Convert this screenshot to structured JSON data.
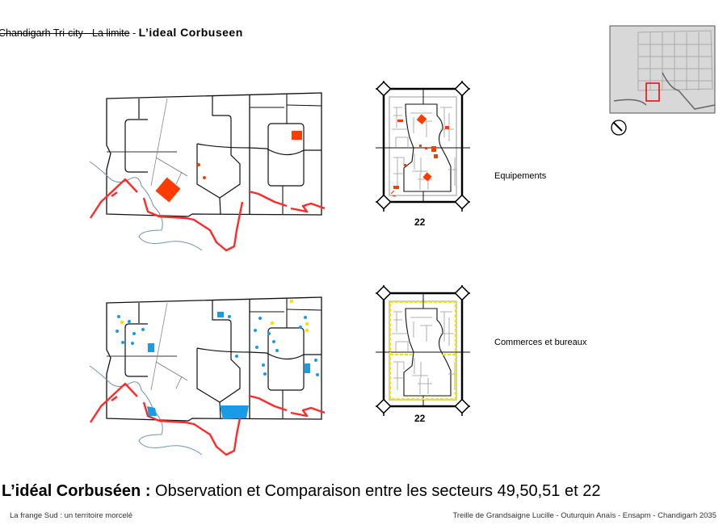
{
  "breadcrumb": {
    "part1": "Chandigarh Tri-city",
    "sep1": " - ",
    "part2": "La limite",
    "sep2": " - ",
    "current": "L’ideal  Corbuseen"
  },
  "maps": {
    "equipements_label": "Equipements",
    "commerces_label": "Commerces et bureaux",
    "sector_number_top": "22",
    "sector_number_bottom": "22"
  },
  "title": {
    "bold": "L’idéal Corbuséen :",
    "rest": " Observation et Comparaison entre les secteurs 49,50,51 et 22"
  },
  "footer": {
    "left": "La frange Sud : un territoire morcelé",
    "right": "Treille de Grandsaigne Lucille - Outurquin Anaïs - Ensapm - Chandigarh 2035"
  },
  "colors": {
    "equipement": "#ff3c00",
    "commerce_blue": "#1a9be6",
    "commerce_yellow": "#f5e400",
    "limit_red": "#ff2a2a",
    "river": "#3d6a8a"
  }
}
